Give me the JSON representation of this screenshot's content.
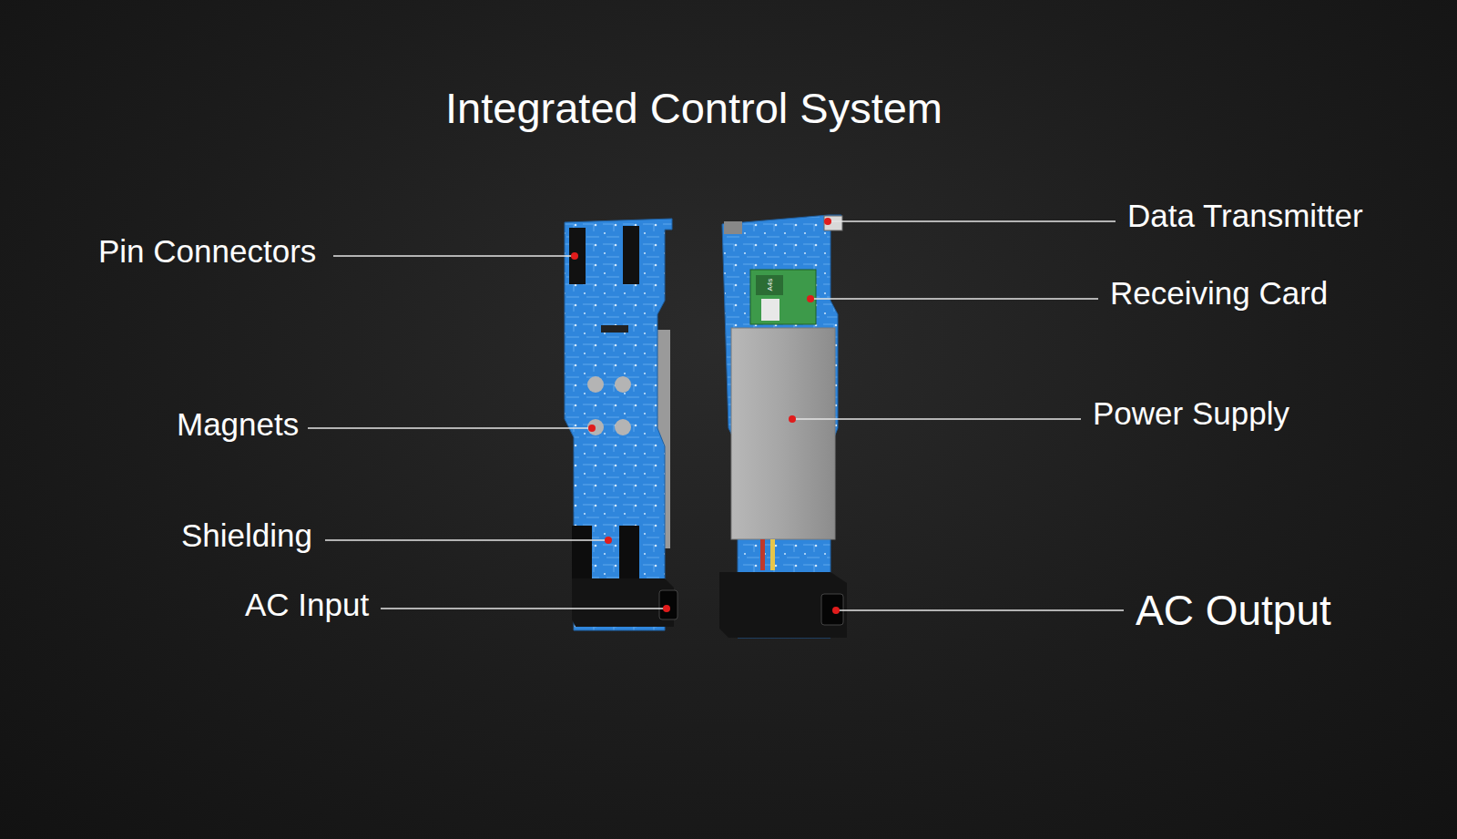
{
  "diagram": {
    "title": "Integrated Control System",
    "labels": [
      "Pin Connectors",
      "Magnets",
      "Shielding",
      "AC Input",
      "Data Transmitter",
      "Receiving Card",
      "Power Supply",
      "AC Output",
      "A4s"
    ]
  }
}
